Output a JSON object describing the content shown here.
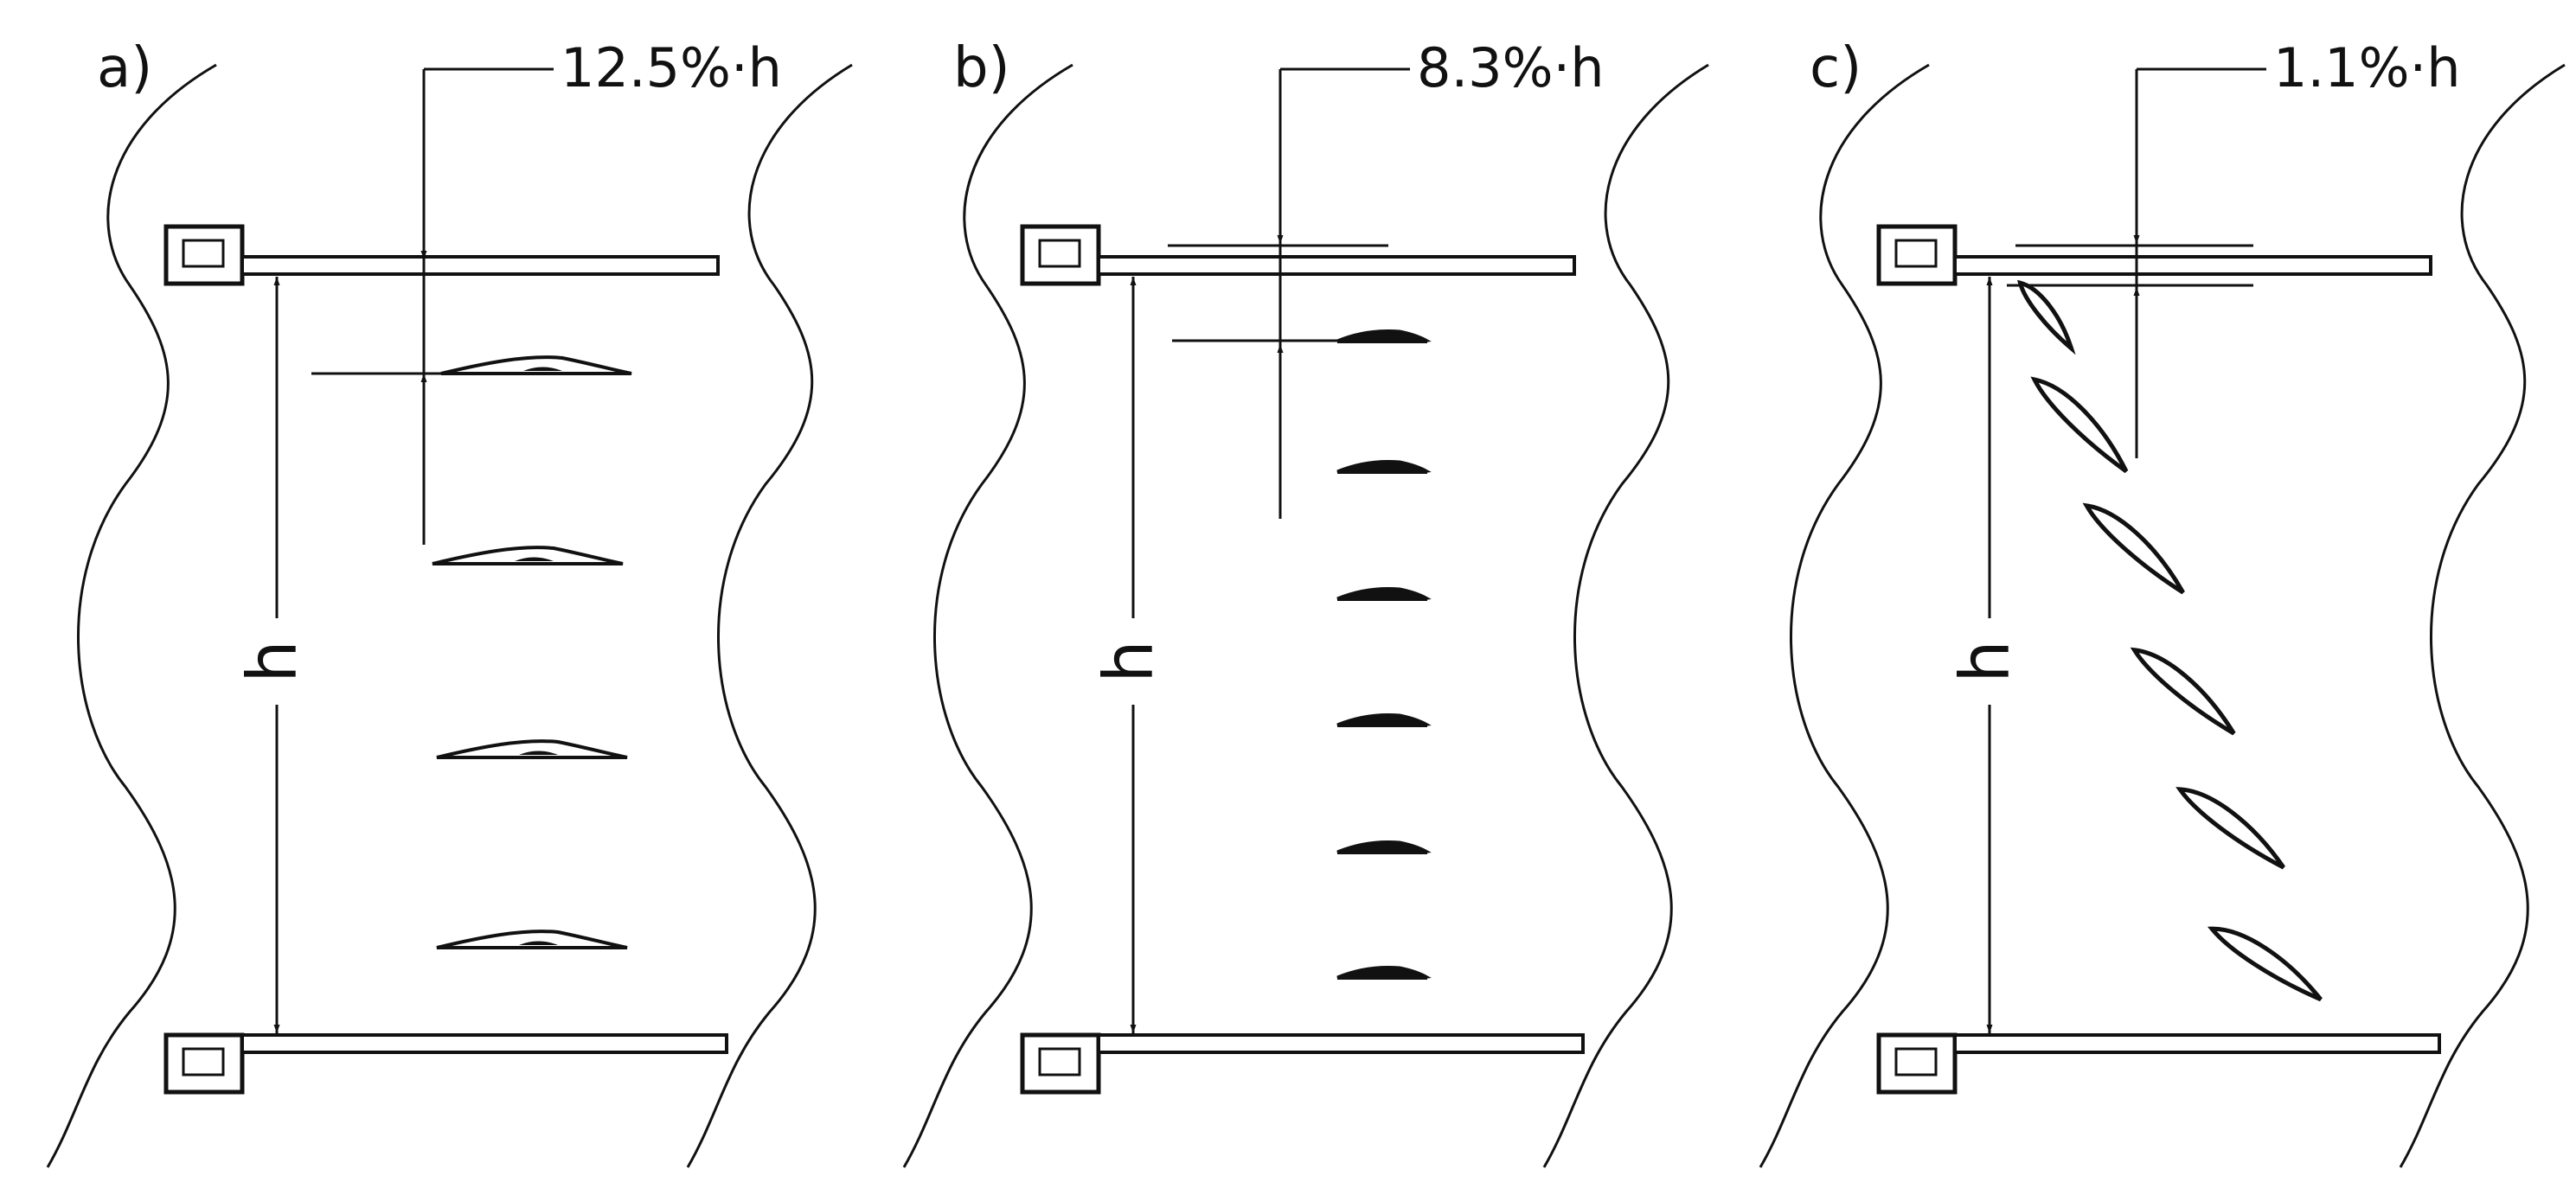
{
  "panels": [
    {
      "label": "a)",
      "gap_label": "12.5%·h",
      "height_label": "h",
      "blade_count": 4,
      "blade_shape": "flat-thin"
    },
    {
      "label": "b)",
      "gap_label": "8.3%·h",
      "height_label": "h",
      "blade_count": 6,
      "blade_shape": "flat-filled"
    },
    {
      "label": "c)",
      "gap_label": "1.1%·h",
      "height_label": "h",
      "blade_count": 6,
      "blade_shape": "inclined"
    }
  ],
  "colors": {
    "ink": "#111111",
    "background": "#ffffff"
  }
}
